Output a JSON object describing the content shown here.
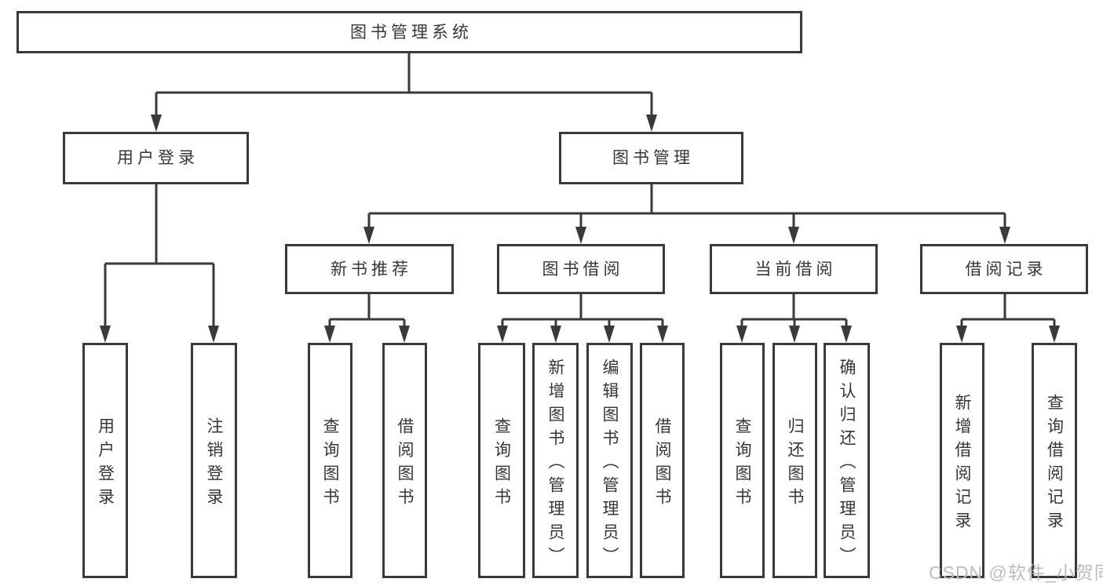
{
  "diagram": {
    "title": "图书管理系统",
    "branches": [
      {
        "label": "用户登录",
        "children": [
          "用户登录",
          "注销登录"
        ]
      },
      {
        "label": "图书管理",
        "children": [
          {
            "label": "新书推荐",
            "children": [
              "查询图书",
              "借阅图书"
            ]
          },
          {
            "label": "图书借阅",
            "children": [
              "查询图书",
              "新增图书（管理员）",
              "编辑图书（管理员）",
              "借阅图书"
            ]
          },
          {
            "label": "当前借阅",
            "children": [
              "查询图书",
              "归还图书",
              "确认归还（管理员）"
            ]
          },
          {
            "label": "借阅记录",
            "children": [
              "新增借阅记录",
              "查询借阅记录"
            ]
          }
        ]
      }
    ]
  },
  "watermark": {
    "text": "CSDN @软件_小贺同学"
  },
  "colors": {
    "line": "#3a3a3a",
    "text": "#363636",
    "box_background": "#ffffff",
    "watermark": "#b9bdc2",
    "background": "#ffffff"
  }
}
